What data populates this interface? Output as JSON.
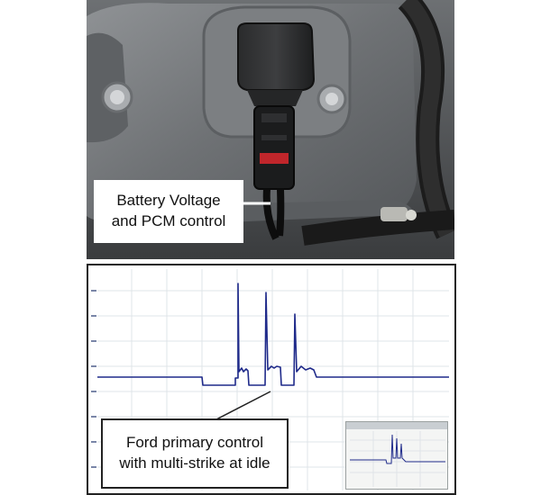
{
  "photo": {
    "callout_line1": "Battery Voltage",
    "callout_line2": "and PCM control"
  },
  "scope": {
    "callout_line1": "Ford primary control",
    "callout_line2": "with multi-strike at idle",
    "trace_color": "#1f2a8a",
    "grid_color": "#dfe4e8"
  }
}
